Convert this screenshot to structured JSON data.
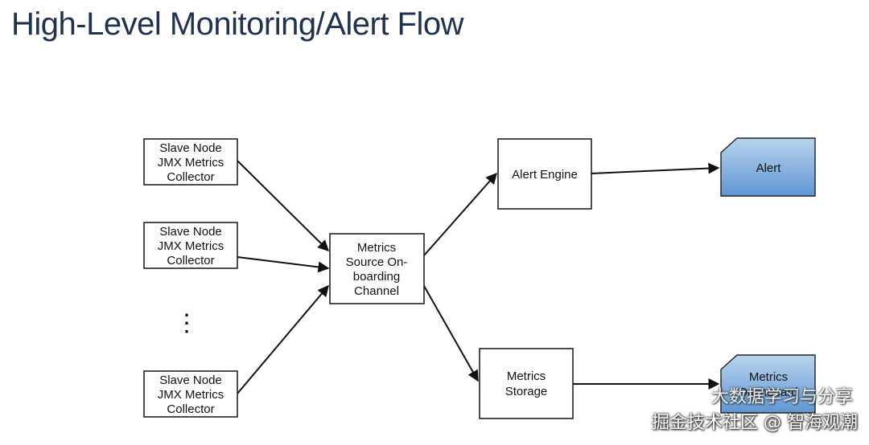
{
  "title": "High-Level Monitoring/Alert Flow",
  "nodes": {
    "collector1": {
      "lines": [
        "Slave Node",
        "JMX Metrics",
        "Collector"
      ]
    },
    "collector2": {
      "lines": [
        "Slave Node",
        "JMX Metrics",
        "Collector"
      ]
    },
    "collector3": {
      "lines": [
        "Slave Node",
        "JMX Metrics",
        "Collector"
      ]
    },
    "channel": {
      "lines": [
        "Metrics",
        "Source On-",
        "boarding",
        "Channel"
      ]
    },
    "alert_engine": {
      "lines": [
        "Alert Engine"
      ]
    },
    "metrics_storage": {
      "lines": [
        "Metrics",
        "Storage"
      ]
    },
    "alert": {
      "lines": [
        "Alert"
      ]
    },
    "dashboard": {
      "lines": [
        "Metrics",
        "Dashboard"
      ]
    }
  },
  "ellipsis": "⋮",
  "watermark": {
    "line1": "大数据学习与分享",
    "line2": "掘金技术社区 @ 智海观潮"
  },
  "colors": {
    "blue_top": "#b9d3ee",
    "blue_bottom": "#5f97d3",
    "title": "#1f3250"
  }
}
